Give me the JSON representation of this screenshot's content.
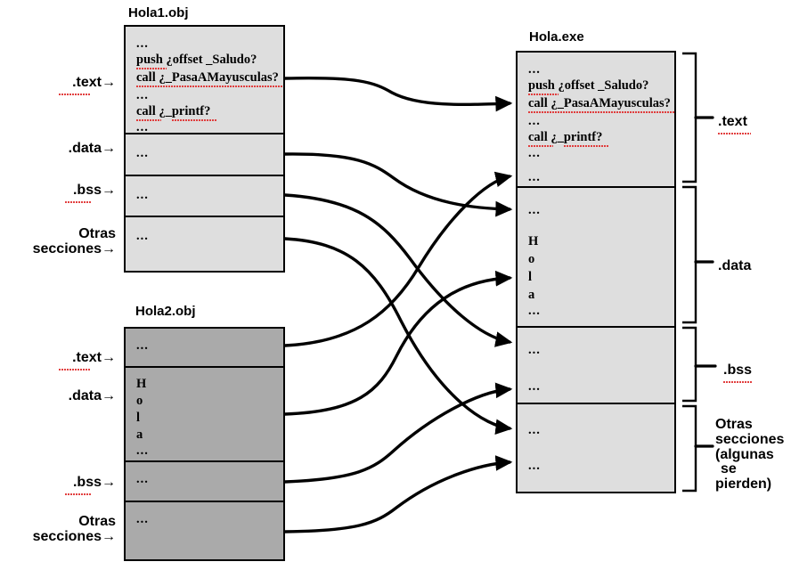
{
  "diagram": {
    "title_hola1": "Hola1.obj",
    "title_hola2": "Hola2.obj",
    "title_holaexe": "Hola.exe",
    "ellipsis": "...",
    "code": {
      "l1": "...",
      "l2": "push ¿offset _Saludo?",
      "l3": "call ¿_PasaAMayusculas?",
      "l4": "...",
      "l5": "call  ¿_printf?",
      "l6": "..."
    },
    "string_chars": [
      "H",
      "o",
      "l",
      "a"
    ],
    "left_labels_hola1": [
      {
        "text": ".text",
        "arrow": "→"
      },
      {
        "text": ".data",
        "arrow": "→"
      },
      {
        "text": ".bss",
        "arrow": "→"
      },
      {
        "text": "Otras",
        "text2": "secciones",
        "arrow": "→"
      }
    ],
    "left_labels_hola2": [
      {
        "text": ".text",
        "arrow": "→"
      },
      {
        "text": ".data",
        "arrow": "→"
      },
      {
        "text": ".bss",
        "arrow": "→"
      },
      {
        "text": "Otras",
        "text2": "secciones",
        "arrow": "→"
      }
    ],
    "right_labels_holaexe": [
      {
        "text": ".text"
      },
      {
        "text": ".data"
      },
      {
        "text": ".bss"
      },
      {
        "text": "Otras",
        "text2": "secciones",
        "text3": "(algunas",
        "text4": "se",
        "text5": "pierden)"
      }
    ],
    "colors": {
      "obj1_fill": "#dedede",
      "obj2_fill": "#aaaaaa",
      "exe_fill": "#dedede",
      "outline": "#000000",
      "squiggle": "#e03030",
      "background": "#ffffff"
    }
  }
}
